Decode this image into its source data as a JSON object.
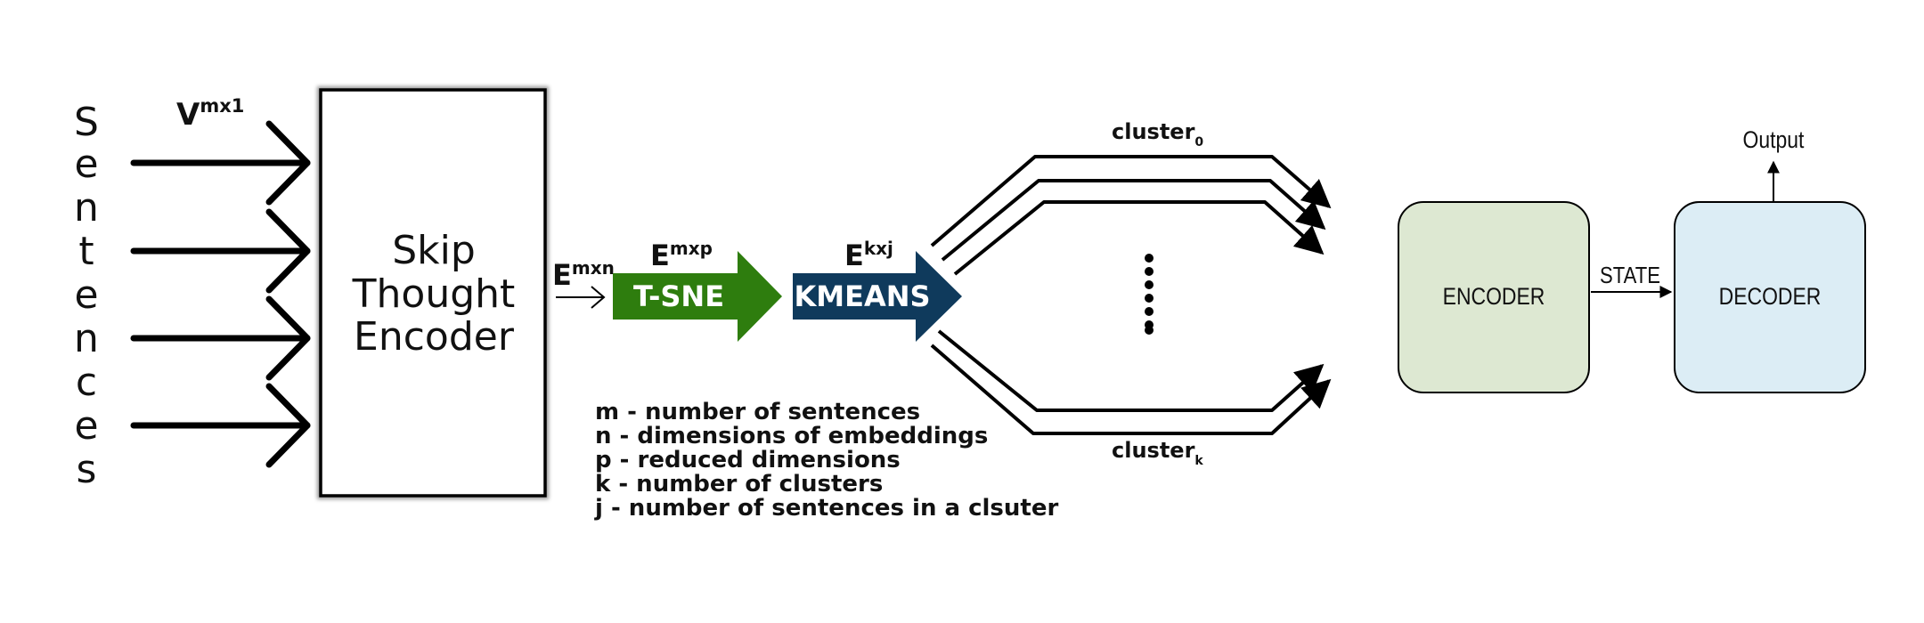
{
  "sentences_label": [
    "S",
    "e",
    "n",
    "t",
    "e",
    "n",
    "c",
    "e",
    "s"
  ],
  "input_vector": {
    "base": "V",
    "sup": "mx1"
  },
  "skip_thought_box": {
    "lines": [
      "Skip",
      "Thought",
      "Encoder"
    ]
  },
  "embedding_label": {
    "base": "E",
    "sup": "mxn"
  },
  "tsne": {
    "label": "T-SNE",
    "color": "#2e7d0e",
    "out": {
      "base": "E",
      "sup": "mxp"
    }
  },
  "kmeans": {
    "label": "KMEANS",
    "color": "#0f3a5c",
    "out": {
      "base": "E",
      "sup": "kxj"
    }
  },
  "clusters": {
    "top": {
      "base": "cluster",
      "sub": "0"
    },
    "bottom": {
      "base": "cluster",
      "sub": "k"
    }
  },
  "legend": [
    "m - number of sentences",
    "n  - dimensions of embeddings",
    "p  - reduced dimensions",
    "k  - number of clusters",
    "j   - number of sentences in a clsuter"
  ],
  "encoder": {
    "label": "ENCODER",
    "fill": "#dde8d2"
  },
  "state_label": "STATE",
  "decoder": {
    "label": "DECODER",
    "fill": "#dcedf5"
  },
  "output_label": "Output"
}
